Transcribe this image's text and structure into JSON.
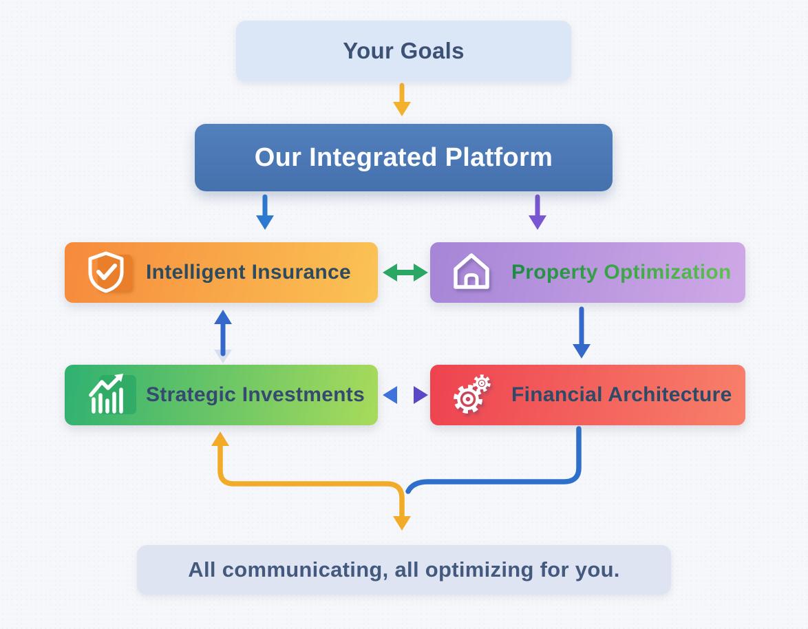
{
  "colors": {
    "bg": "#f6f7fa",
    "goals-bg": "#dbe7f6",
    "goals-text": "#3d5175",
    "platform-bg1": "#5280bd",
    "platform-bg2": "#4571ad",
    "platform-text": "#fbfcfe",
    "insurance-bg1": "#f68a3c",
    "insurance-bg2": "#fbc355",
    "insurance-text": "#2d4b5e",
    "insurance-tile": "#e97e2b",
    "property-bg1": "#a685d7",
    "property-bg2": "#cfa9e6",
    "property-text1": "#1d8a43",
    "property-text2": "#5ec14e",
    "investments-bg1": "#2fb171",
    "investments-bg2": "#a8db5b",
    "investments-text": "#36496e",
    "investments-tile": "#29a766",
    "financial-bg1": "#ee4350",
    "financial-bg2": "#f8806a",
    "financial-text": "#2d4a68",
    "footer-bg": "#dfe4f2",
    "footer-text": "#44597e",
    "arrow-yellow": "#f3b02c",
    "arrow-blue": "#2d79d2",
    "arrow-purple": "#7a57d2",
    "arrow-green": "#2aa763",
    "arrow-blue-dark": "#3568cb",
    "loop-yellow": "#f1ab27",
    "loop-blue": "#2d6fca"
  },
  "nodes": {
    "goals": {
      "label": "Your Goals"
    },
    "platform": {
      "label": "Our Integrated Platform"
    },
    "insurance": {
      "label": "Intelligent Insurance",
      "icon": "shield-check-icon"
    },
    "property": {
      "label": "Property Optimization",
      "icon": "house-icon"
    },
    "investments": {
      "label": "Strategic Investments",
      "icon": "bar-chart-icon"
    },
    "financial": {
      "label": "Financial Architecture",
      "icon": "gears-icon"
    }
  },
  "footer": {
    "label": "All communicating, all optimizing for you."
  },
  "connections": [
    {
      "from": "goals",
      "to": "platform",
      "style": "straight-arrow-down",
      "color": "#f3b02c"
    },
    {
      "from": "platform",
      "to": "insurance",
      "style": "straight-arrow-down",
      "color": "#2d79d2"
    },
    {
      "from": "platform",
      "to": "property",
      "style": "straight-arrow-down",
      "color": "#7a57d2"
    },
    {
      "from": "insurance",
      "to": "property",
      "style": "double-headed-horizontal",
      "color": "#2aa763"
    },
    {
      "from": "investments",
      "to": "insurance",
      "style": "straight-arrow-up",
      "color": "#3568cb"
    },
    {
      "from": "property",
      "to": "financial",
      "style": "straight-arrow-down",
      "color": "#3069c5"
    },
    {
      "from": "investments",
      "to": "financial",
      "style": "double-headed-horizontal",
      "color": "#3f72da to #5a49c7"
    },
    {
      "from": "financial",
      "to": "bottom-junction",
      "style": "elbow",
      "color": "#2d6fca"
    },
    {
      "from": "bottom-junction",
      "to": "investments",
      "style": "elbow-arrow-up",
      "color": "#f1ab27"
    },
    {
      "from": "bottom-junction",
      "to": "footer",
      "style": "straight-arrow-down",
      "color": "#f1ab27"
    }
  ]
}
